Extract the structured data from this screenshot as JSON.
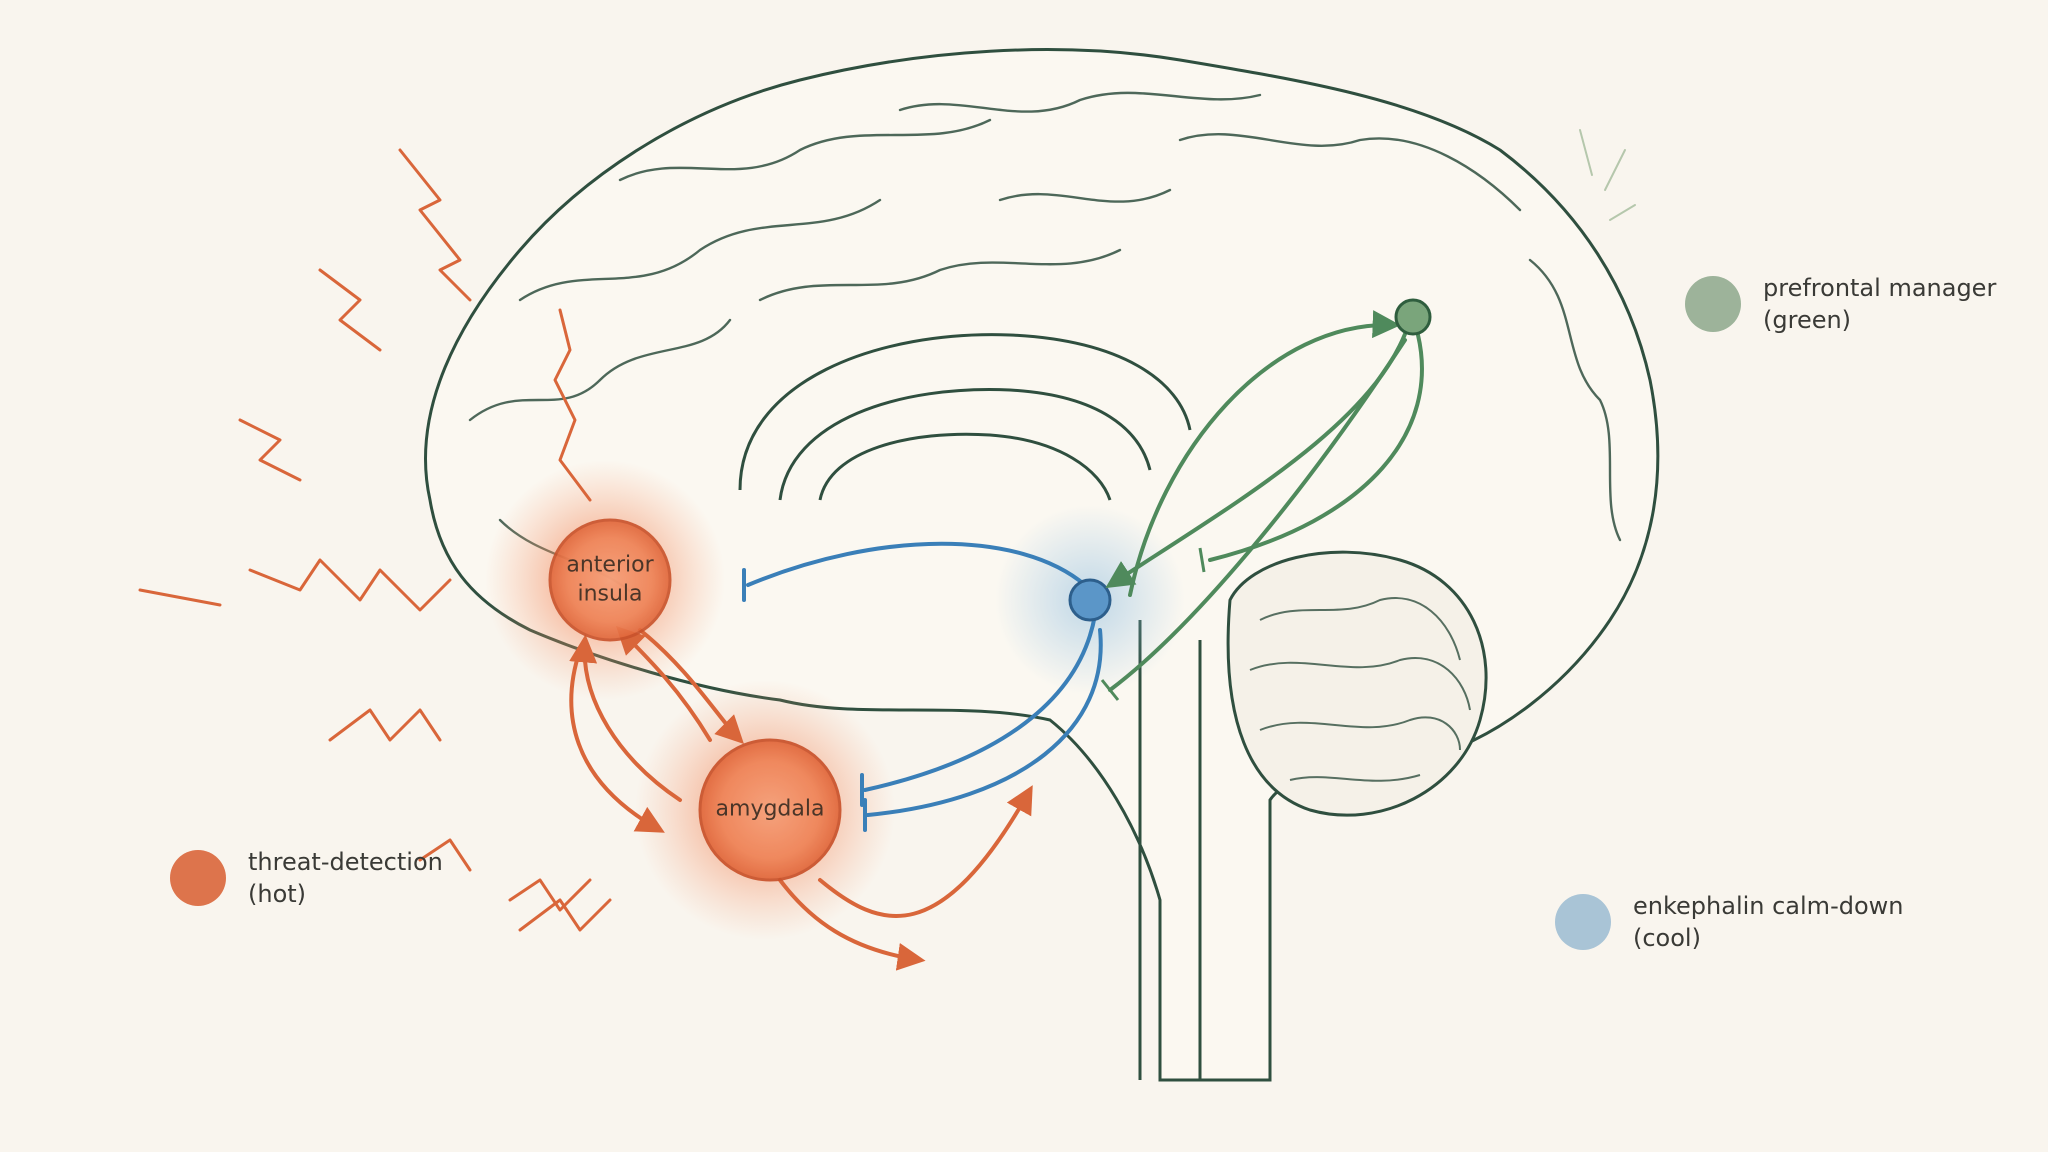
{
  "nodes": {
    "anterior_insula": {
      "line1": "anterior",
      "line2": "insula"
    },
    "amygdala": {
      "label": "amygdala"
    }
  },
  "legend": {
    "threat": {
      "line1": "threat-detection",
      "line2": "(hot)",
      "color": "#d9663a"
    },
    "calm": {
      "line1": "enkephalin calm-down",
      "line2": "(cool)",
      "color": "#a9c4d6"
    },
    "prefrontal": {
      "line1": "prefrontal manager",
      "line2": "(green)",
      "color": "#9db39a"
    }
  },
  "colors": {
    "hot": "#d9663a",
    "cool": "#3a7fb8",
    "green": "#4f8a5c",
    "outline": "#2f4f3f",
    "background": "#f9f5ee"
  }
}
